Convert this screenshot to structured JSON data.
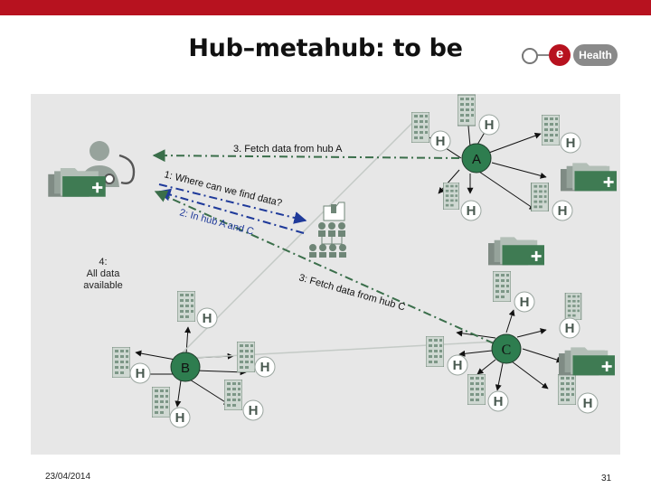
{
  "slide": {
    "title": "Hub–metahub: to be",
    "date": "23/04/2014",
    "page": "31"
  },
  "logo": {
    "letter": "e",
    "word": "Health"
  },
  "labels": {
    "step3_hub_a": "3. Fetch data from hub A",
    "step1": "1: Where can we find data?",
    "step2": "2: In hub A and C",
    "step3_hub_c": "3: Fetch data from hub C",
    "step4_line1": "4:",
    "step4_line2": "All data",
    "step4_line3": "available"
  },
  "hubs": {
    "a": "A",
    "b": "B",
    "c": "C"
  },
  "hospital_letter": "H",
  "colors": {
    "brand_red": "#b7121f",
    "hub_green": "#2e7d4f",
    "arrow_blue": "#1f3a9a",
    "path_green": "#3a6e4a",
    "panel": "#e7e7e7"
  }
}
